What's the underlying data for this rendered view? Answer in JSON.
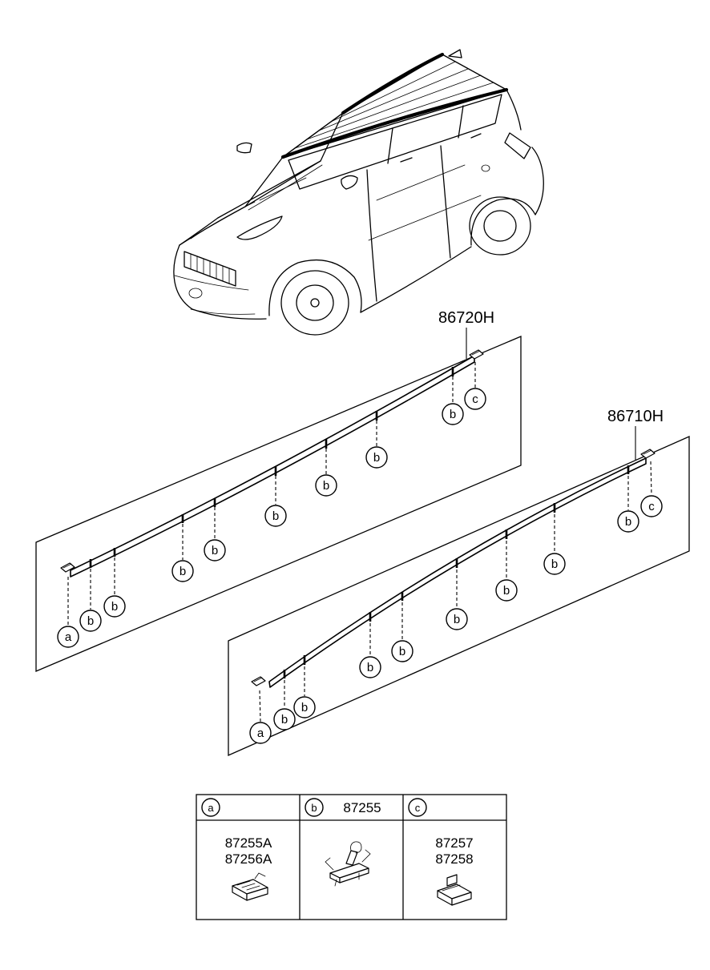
{
  "colors": {
    "line": "#000000",
    "background": "#ffffff"
  },
  "panels": [
    {
      "label": "86720H",
      "callouts": [
        "a",
        "b",
        "b",
        "b",
        "b",
        "b",
        "b",
        "b",
        "b",
        "c"
      ]
    },
    {
      "label": "86710H",
      "callouts": [
        "a",
        "b",
        "b",
        "b",
        "b",
        "b",
        "b",
        "b",
        "b",
        "c"
      ]
    }
  ],
  "legend": {
    "headers": [
      {
        "letter": "a",
        "code": ""
      },
      {
        "letter": "b",
        "code": "87255"
      },
      {
        "letter": "c",
        "code": ""
      }
    ],
    "cells": [
      {
        "parts": [
          "87255A",
          "87256A"
        ],
        "icon": "roof-moulding-clip"
      },
      {
        "parts": [],
        "icon": "roof-moulding-retainer"
      },
      {
        "parts": [
          "87257",
          "87258"
        ],
        "icon": "roof-moulding-end-clip"
      }
    ]
  }
}
